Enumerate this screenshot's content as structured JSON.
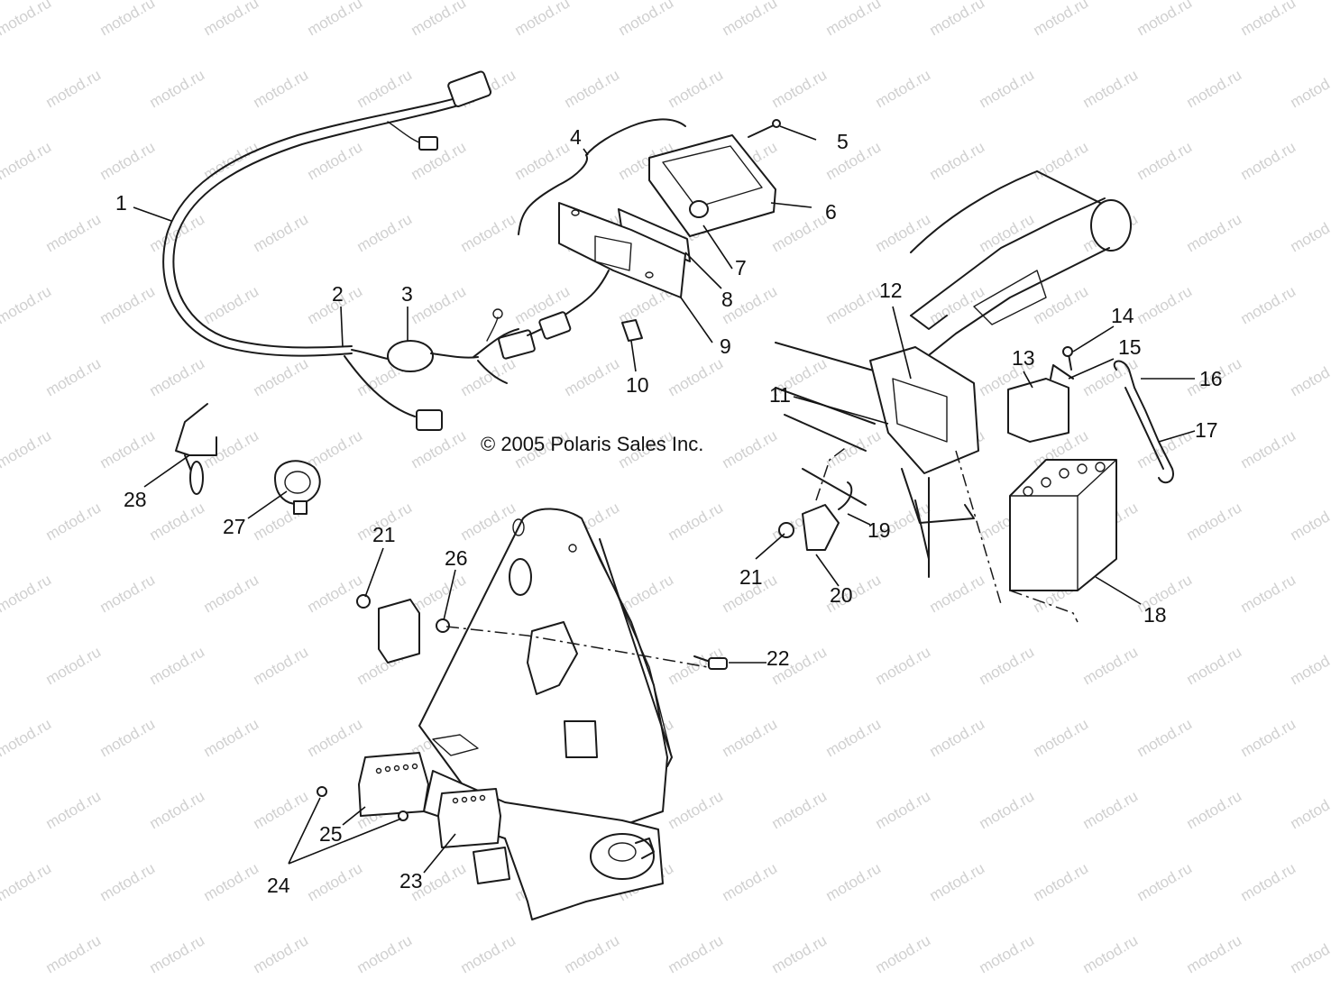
{
  "watermark": "motod.ru",
  "copyright": "© 2005 Polaris Sales Inc.",
  "callouts": {
    "c1": "1",
    "c2": "2",
    "c3": "3",
    "c4": "4",
    "c5": "5",
    "c6": "6",
    "c7": "7",
    "c8": "8",
    "c9": "9",
    "c10": "10",
    "c11": "11",
    "c12": "12",
    "c13": "13",
    "c14": "14",
    "c15": "15",
    "c16": "16",
    "c17": "17",
    "c18": "18",
    "c19": "19",
    "c20": "20",
    "c21a": "21",
    "c21b": "21",
    "c22": "22",
    "c23": "23",
    "c24": "24",
    "c25": "25",
    "c26": "26",
    "c27": "27",
    "c28": "28"
  }
}
